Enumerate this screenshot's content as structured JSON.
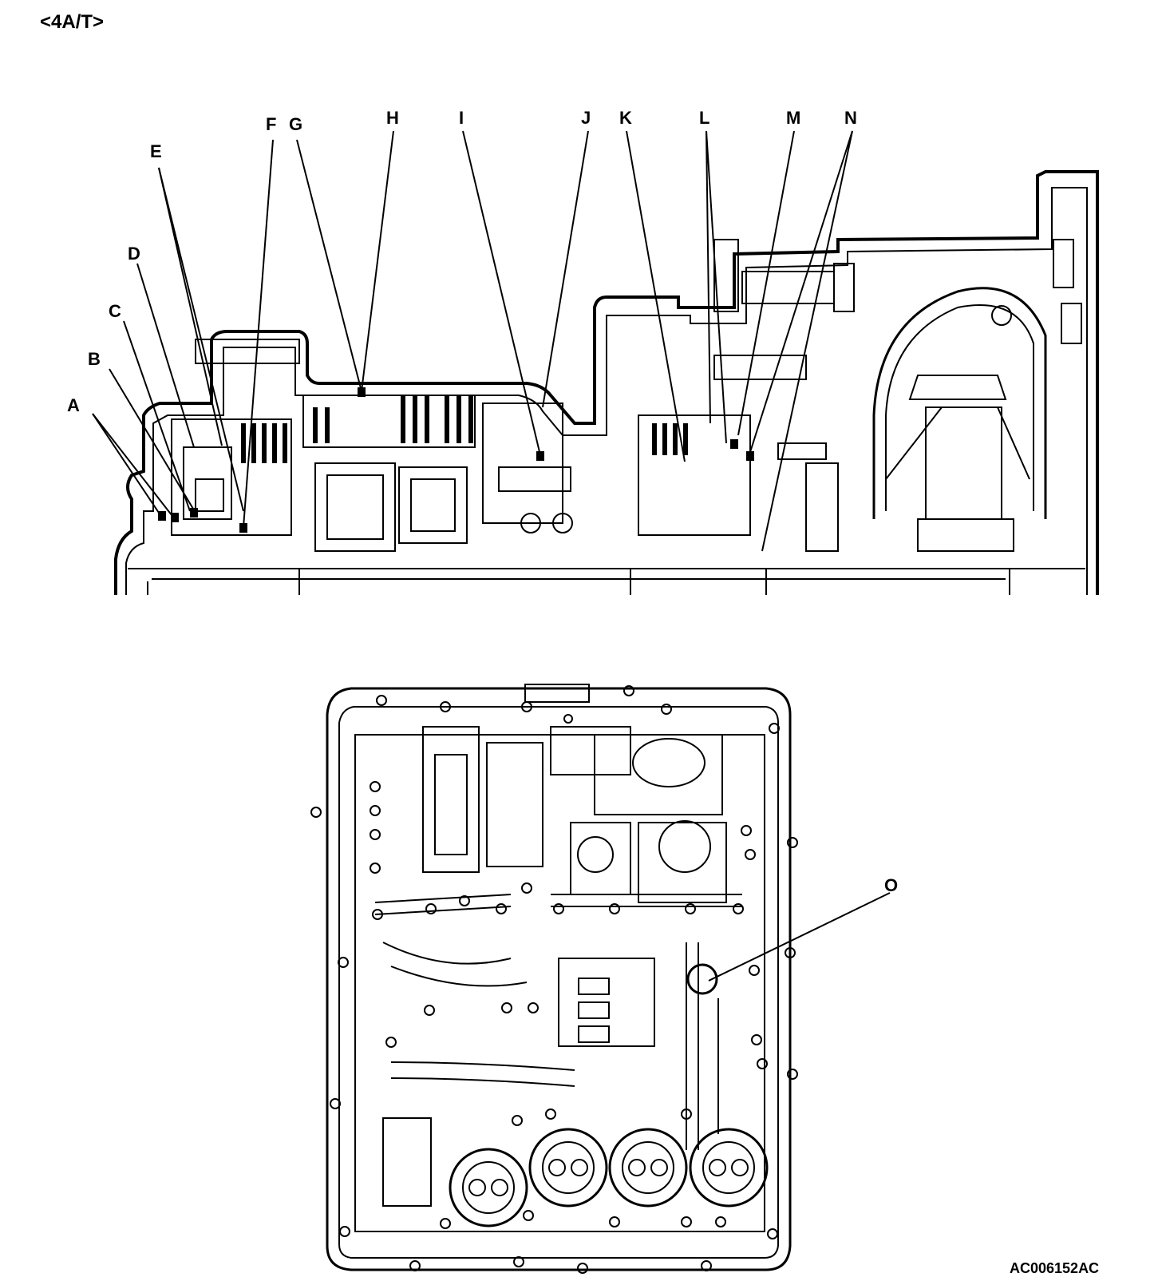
{
  "heading": "<4A/T>",
  "figure_id": "AC006152AC",
  "callouts": {
    "A": "A",
    "B": "B",
    "C": "C",
    "D": "D",
    "E": "E",
    "F": "F",
    "G": "G",
    "H": "H",
    "I": "I",
    "J": "J",
    "K": "K",
    "L": "L",
    "M": "M",
    "N": "N",
    "O": "O"
  }
}
